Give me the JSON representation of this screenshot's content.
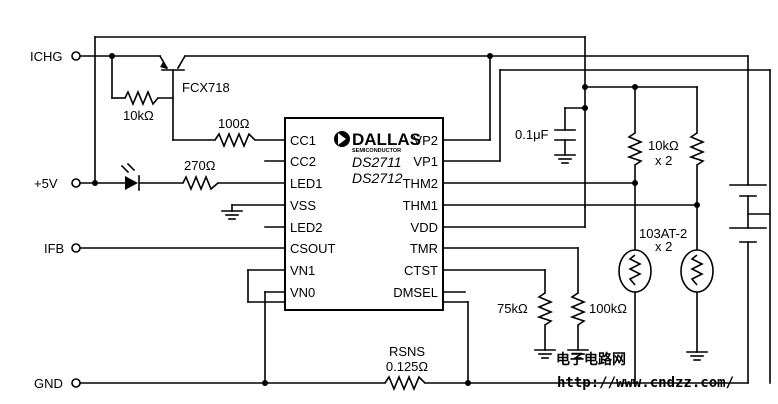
{
  "nets": {
    "ichg": "ICHG",
    "plus5v": "+5V",
    "ifb": "IFB",
    "gnd": "GND"
  },
  "ic": {
    "brand": "DALLAS",
    "brand_sub": "SEMICONDUCTOR",
    "part1": "DS2711",
    "part2": "DS2712",
    "left_pins": [
      "CC1",
      "CC2",
      "LED1",
      "VSS",
      "LED2",
      "CSOUT",
      "VN1",
      "VN0"
    ],
    "right_pins": [
      "VP2",
      "VP1",
      "THM2",
      "THM1",
      "VDD",
      "TMR",
      "CTST",
      "DMSEL"
    ]
  },
  "components": {
    "transistor": "FCX718",
    "r_base": "10kΩ",
    "r_cc1": "100Ω",
    "r_led": "270Ω",
    "cap": "0.1μF",
    "r_pullup": "10kΩ",
    "r_pullup_qty": "x 2",
    "thermistor": "103AT-2",
    "thermistor_qty": "x 2",
    "r_tmr": "100kΩ",
    "r_ctst": "75kΩ",
    "rsns_name": "RSNS",
    "rsns_value": "0.125Ω"
  },
  "watermark": {
    "line1": "电子电路网",
    "line2": "http://www.cndzz.com/"
  }
}
